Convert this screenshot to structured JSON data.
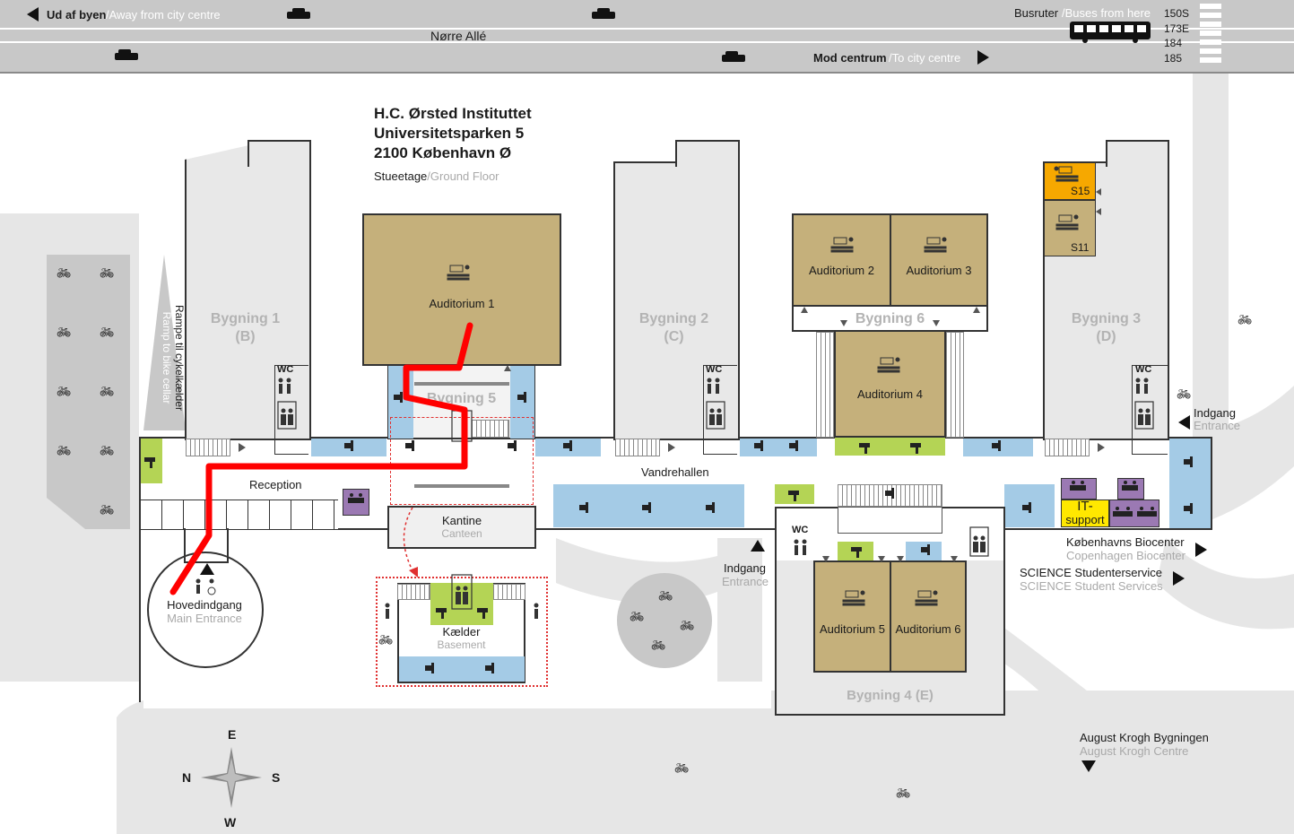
{
  "street": {
    "name": "Nørre Allé",
    "away_da": "Ud af byen",
    "away_en": "Away from city centre",
    "to_da": "Mod centrum",
    "to_en": "To city centre",
    "bus_da": "Busruter",
    "bus_en": "Buses from here",
    "bus_routes": [
      "150S",
      "173E",
      "184",
      "185"
    ]
  },
  "title": {
    "line1": "H.C. Ørsted Instituttet",
    "line2": "Universitetsparken 5",
    "line3": "2100 København Ø",
    "floor_da": "Stueetage",
    "floor_en": "Ground Floor"
  },
  "buildings": {
    "b1_name": "Bygning 1",
    "b1_code": "(B)",
    "b2_name": "Bygning 2",
    "b2_code": "(C)",
    "b3_name": "Bygning 3",
    "b3_code": "(D)",
    "b4": "Bygning 4 (E)",
    "b5": "Bygning 5",
    "b6": "Bygning 6"
  },
  "rooms": {
    "aud1": "Auditorium 1",
    "aud2": "Auditorium 2",
    "aud3": "Auditorium 3",
    "aud4": "Auditorium 4",
    "aud5": "Auditorium 5",
    "aud6": "Auditorium 6",
    "s15": "S15",
    "s11": "S11",
    "it_line1": "IT-",
    "it_line2": "support",
    "reception": "Reception",
    "vandrehallen": "Vandrehallen",
    "kantine_da": "Kantine",
    "kantine_en": "Canteen",
    "kaelder_da": "Kælder",
    "kaelder_en": "Basement",
    "wc": "WC"
  },
  "entrances": {
    "main_da": "Hovedindgang",
    "main_en": "Main Entrance",
    "indgang_da": "Indgang",
    "indgang_en": "Entrance",
    "ramp_da": "Rampe til cykelkælder",
    "ramp_en": "Ramp to bike cellar"
  },
  "destinations": {
    "biocenter_da": "Københavns Biocenter",
    "biocenter_en": "Copenhagen Biocenter",
    "science_da": "SCIENCE Studenterservice",
    "science_en": "SCIENCE Student Services",
    "krogh_da": "August Krogh Bygningen",
    "krogh_en": "August Krogh Centre"
  },
  "compass": {
    "e": "E",
    "n": "N",
    "s": "S",
    "w": "W"
  },
  "colors": {
    "auditorium": "#c5b07b",
    "corridor_blue": "#a4cbe6",
    "green": "#b4d455",
    "route_red": "#ff0000",
    "it_yellow": "#ffe800",
    "s15_orange": "#f6a800"
  },
  "icons": {
    "bike": "bicycle-icon",
    "wc": "toilet-icon",
    "elevator": "elevator-icon",
    "lecture": "lecture-hall-icon",
    "seat": "seating-icon"
  }
}
